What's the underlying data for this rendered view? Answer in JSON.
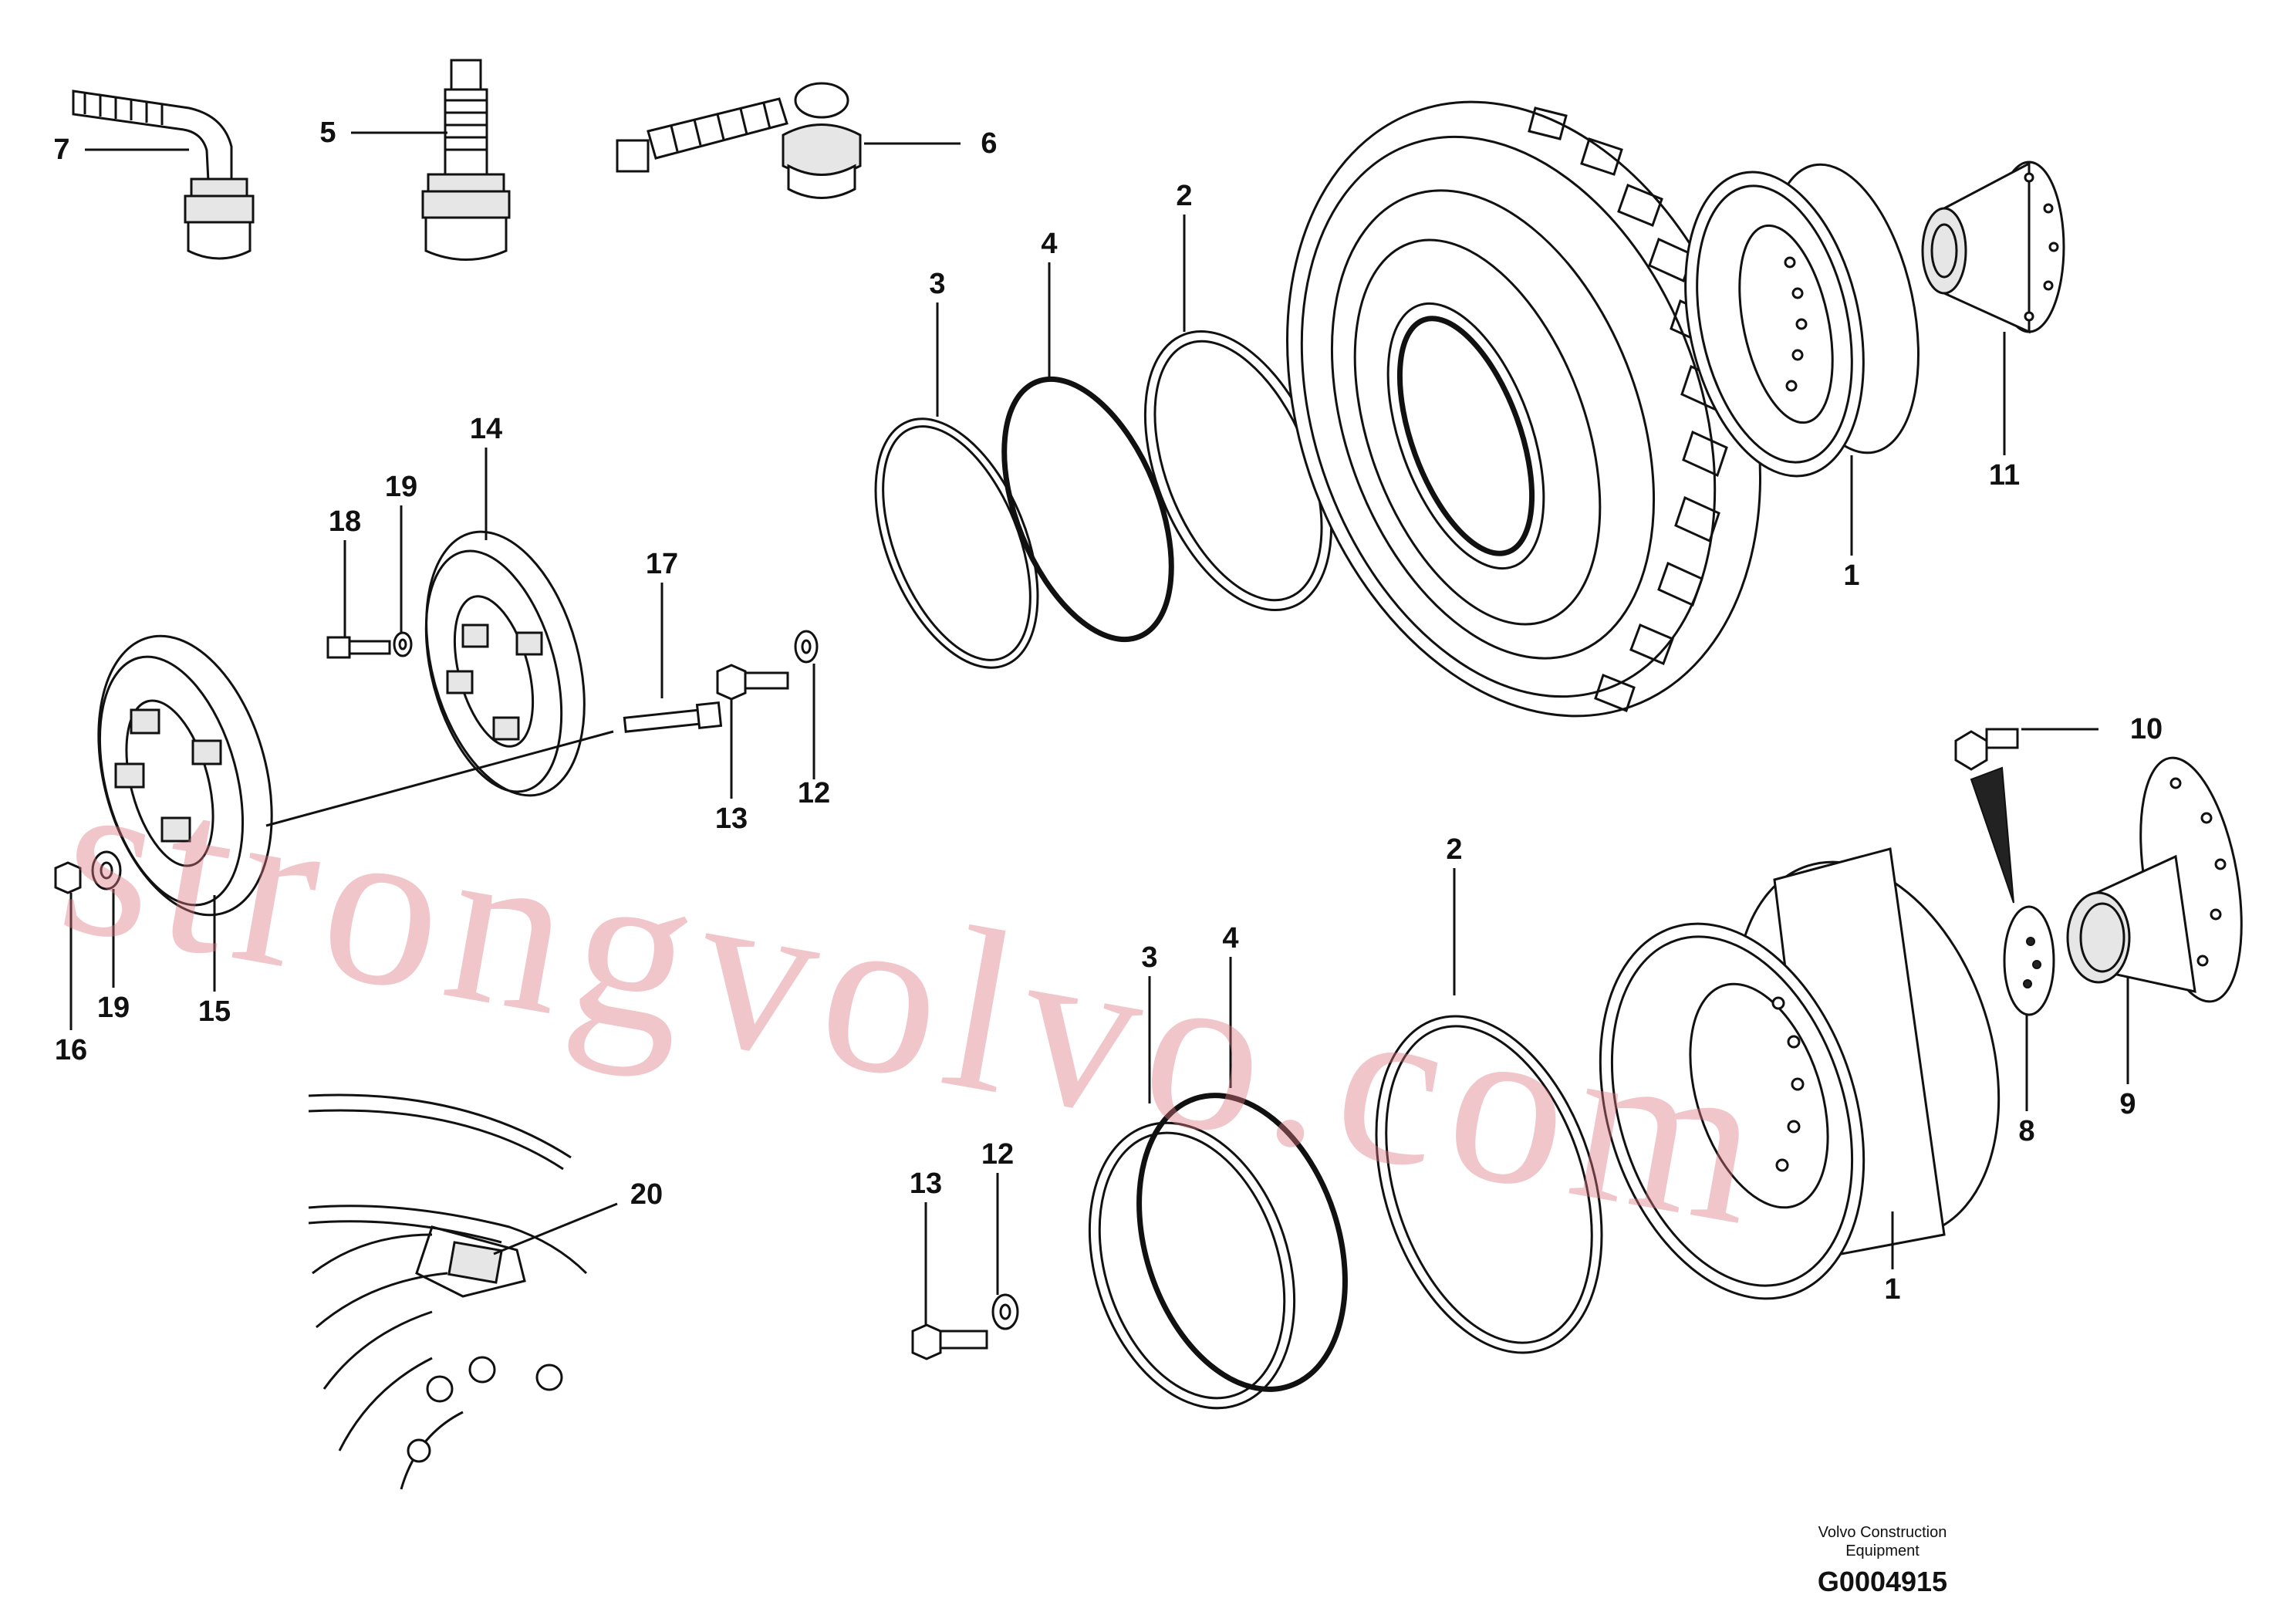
{
  "diagram": {
    "callouts": {
      "c1a": "1",
      "c1b": "1",
      "c2a": "2",
      "c2b": "2",
      "c3a": "3",
      "c3b": "3",
      "c4a": "4",
      "c4b": "4",
      "c5": "5",
      "c6": "6",
      "c7": "7",
      "c8": "8",
      "c9": "9",
      "c10": "10",
      "c11": "11",
      "c12a": "12",
      "c12b": "12",
      "c13a": "13",
      "c13b": "13",
      "c14": "14",
      "c15": "15",
      "c16": "16",
      "c17": "17",
      "c18": "18",
      "c19a": "19",
      "c19b": "19",
      "c20": "20"
    },
    "watermark": "strongvolvo.com",
    "footer": {
      "company_line1": "Volvo Construction",
      "company_line2": "Equipment",
      "code": "G0004915"
    }
  }
}
